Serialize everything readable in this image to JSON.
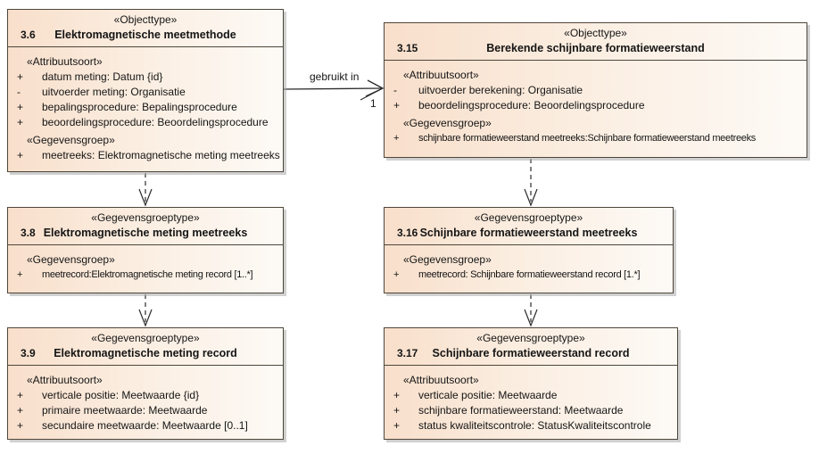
{
  "colors": {
    "box_fill_left": "#f8dfcb",
    "box_fill_right": "#fdfaf6",
    "box_border": "#4f463a",
    "shadow": "#aaaaaa",
    "line": "#2b2b2b"
  },
  "connector": {
    "label": "gebruikt in",
    "multiplicity": "1"
  },
  "boxes": [
    {
      "stereotype": "«Objecttype»",
      "number": "3.6",
      "name": "Elektromagnetische meetmethode",
      "sections": [
        {
          "label": "«Attribuutsoort»",
          "rows": [
            {
              "vis": "+",
              "text": "datum meting: Datum {id}"
            },
            {
              "vis": "-",
              "text": "uitvoerder meting: Organisatie"
            },
            {
              "vis": "+",
              "text": "bepalingsprocedure: Bepalingsprocedure"
            },
            {
              "vis": "+",
              "text": "beoordelingsprocedure: Beoordelingsprocedure"
            }
          ]
        },
        {
          "label": "«Gegevensgroep»",
          "rows": [
            {
              "vis": "+",
              "text": "meetreeks: Elektromagnetische meting meetreeks"
            }
          ]
        }
      ]
    },
    {
      "stereotype": "«Objecttype»",
      "number": "3.15",
      "name": "Berekende schijnbare formatieweerstand",
      "sections": [
        {
          "label": "«Attribuutsoort»",
          "rows": [
            {
              "vis": "-",
              "text": "uitvoerder berekening: Organisatie"
            },
            {
              "vis": "+",
              "text": "beoordelingsprocedure: Beoordelingsprocedure"
            }
          ]
        },
        {
          "label": "«Gegevensgroep»",
          "rows": [
            {
              "vis": "+",
              "text": "schijnbare formatieweerstand meetreeks:Schijnbare formatieweerstand meetreeks"
            }
          ]
        }
      ]
    },
    {
      "stereotype": "«Gegevensgroeptype»",
      "number": "3.8",
      "name": "Elektromagnetische meting meetreeks",
      "sections": [
        {
          "label": "«Gegevensgroep»",
          "rows": [
            {
              "vis": "+",
              "text": "meetrecord:Elektromagnetische meting record [1..*]"
            }
          ]
        }
      ]
    },
    {
      "stereotype": "«Gegevensgroeptype»",
      "number": "3.16",
      "name": "Schijnbare formatieweerstand meetreeks",
      "sections": [
        {
          "label": "«Gegevensgroep»",
          "rows": [
            {
              "vis": "+",
              "text": "meetrecord: Schijnbare formatieweerstand record [1.*]"
            }
          ]
        }
      ]
    },
    {
      "stereotype": "«Gegevensgroeptype»",
      "number": "3.9",
      "name": "Elektromagnetische meting record",
      "sections": [
        {
          "label": "«Attribuutsoort»",
          "rows": [
            {
              "vis": "+",
              "text": "verticale positie: Meetwaarde {id}"
            },
            {
              "vis": "+",
              "text": "primaire meetwaarde: Meetwaarde"
            },
            {
              "vis": "+",
              "text": "secundaire meetwaarde: Meetwaarde [0..1]"
            }
          ]
        }
      ]
    },
    {
      "stereotype": "«Gegevensgroeptype»",
      "number": "3.17",
      "name": "Schijnbare formatieweerstand record",
      "sections": [
        {
          "label": "«Attribuutsoort»",
          "rows": [
            {
              "vis": "+",
              "text": "verticale positie: Meetwaarde"
            },
            {
              "vis": "+",
              "text": "schijnbare formatieweerstand: Meetwaarde"
            },
            {
              "vis": "+",
              "text": "status kwaliteitscontrole: StatusKwaliteitscontrole"
            }
          ]
        }
      ]
    }
  ]
}
